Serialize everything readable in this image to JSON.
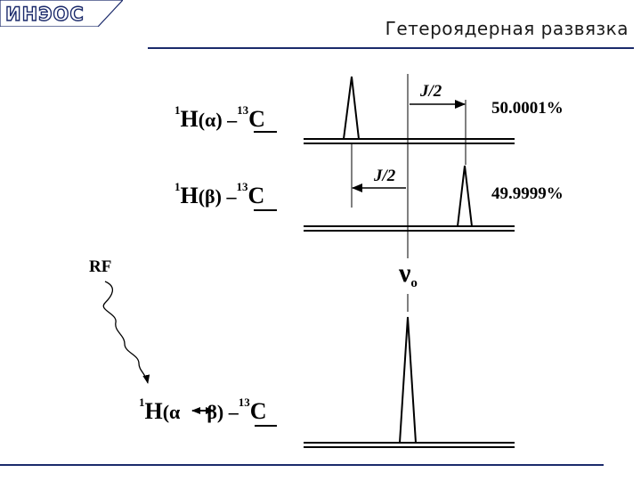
{
  "header": {
    "logo_text": "ИНЭОС",
    "title": "Гетероядерная развязка"
  },
  "spectra": [
    {
      "label": {
        "iso1": "1",
        "nucleus1": "H",
        "state": "(α)",
        "bond": " –",
        "iso2": "13",
        "nucleus2": "C"
      },
      "percent": "50.0001%",
      "arrow_label": "J/2",
      "arrow_direction": "right"
    },
    {
      "label": {
        "iso1": "1",
        "nucleus1": "H",
        "state": "(β)",
        "bond": " –",
        "iso2": "13",
        "nucleus2": "C"
      },
      "percent": "49.9999%",
      "arrow_label": "J/2",
      "arrow_direction": "left"
    },
    {
      "label": {
        "iso1": "1",
        "nucleus1": "H",
        "state_open": "(α",
        "state_close": "β)",
        "bond": " –",
        "iso2": "13",
        "nucleus2": "C"
      }
    }
  ],
  "center_frequency": {
    "symbol": "ν",
    "subscript": "o"
  },
  "rf_label": "RF"
}
